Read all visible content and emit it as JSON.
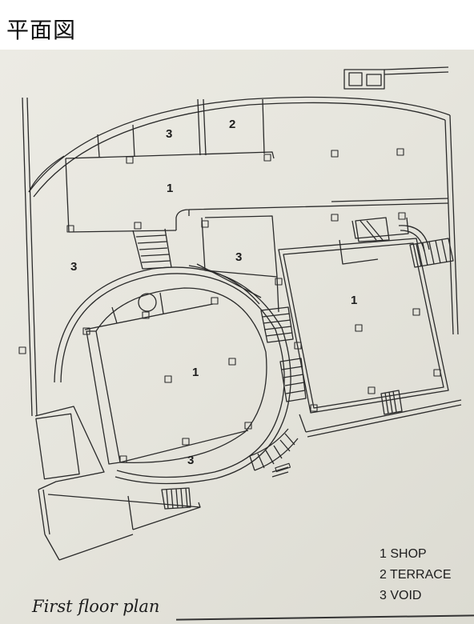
{
  "page": {
    "title": "平面図"
  },
  "plan": {
    "caption": "First floor plan",
    "legend": [
      {
        "label": "1 SHOP"
      },
      {
        "label": "2 TERRACE"
      },
      {
        "label": "3 VOID"
      }
    ],
    "room_labels": [
      "3",
      "2",
      "1",
      "3",
      "3",
      "1",
      "1",
      "3"
    ],
    "line_color": "#2a2a2a",
    "paper_color": "#e8e7df"
  }
}
